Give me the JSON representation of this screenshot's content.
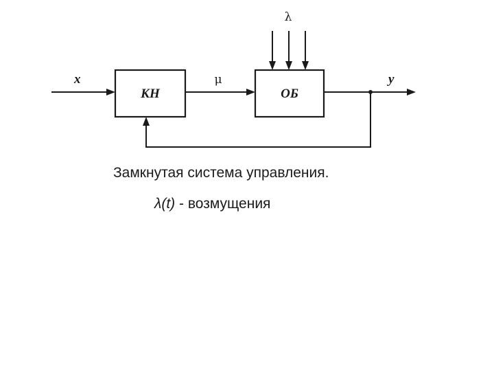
{
  "diagram": {
    "blocks": {
      "controller": "КН",
      "plant": "ОБ"
    },
    "signals": {
      "input": "x",
      "control": "μ",
      "output": "y",
      "disturbance": "λ"
    }
  },
  "caption": {
    "title": "Замкнутая система управления.",
    "disturbance_symbol": "λ(t)",
    "disturbance_text": " - возмущения"
  }
}
